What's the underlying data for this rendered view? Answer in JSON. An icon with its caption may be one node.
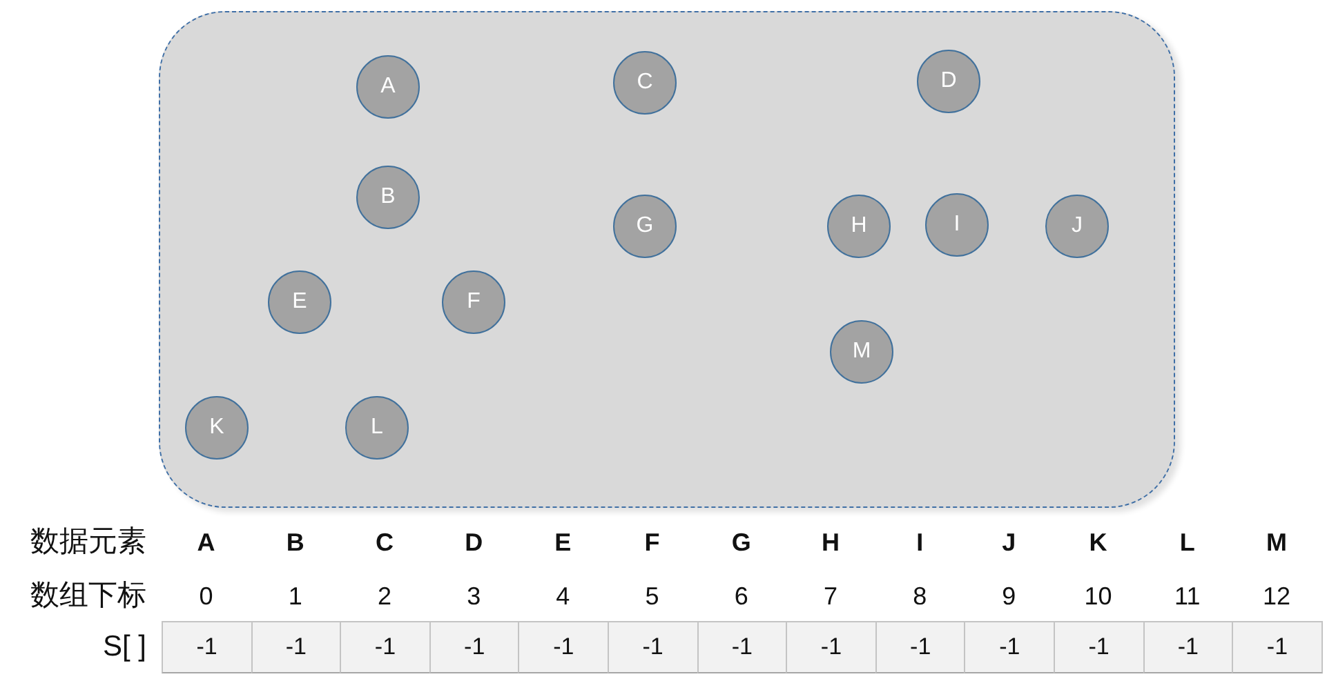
{
  "diagram": {
    "nodes": [
      {
        "text": [],
        "shape": "box"
      },
      {
        "text": [
          "A"
        ],
        "in": 0
      },
      {
        "text": [
          "B"
        ],
        "in": 0
      },
      {
        "text": [
          "C"
        ],
        "in": 0
      },
      {
        "text": [
          "D"
        ],
        "in": 0
      },
      {
        "text": [
          "E"
        ],
        "in": 0
      },
      {
        "text": [
          "F"
        ],
        "in": 0
      },
      {
        "text": [
          "G"
        ],
        "in": 0
      },
      {
        "text": [
          "H"
        ],
        "in": 0
      },
      {
        "text": [
          "I"
        ],
        "in": 0
      },
      {
        "text": [
          "J"
        ],
        "in": 0
      },
      {
        "text": [
          "K"
        ],
        "in": 0
      },
      {
        "text": [
          "L"
        ],
        "in": 0
      },
      {
        "text": [
          "M"
        ],
        "in": 0
      }
    ],
    "labels": [
      "数据元素",
      "A",
      "B",
      "C",
      "D",
      "E",
      "F",
      "G",
      "H",
      "I",
      "J",
      "K",
      "L",
      "M",
      "数组下标",
      "0",
      "1",
      "2",
      "3",
      "4",
      "5",
      "6",
      "7",
      "8",
      "9",
      "10",
      "11",
      "12",
      "S[ ]",
      "-1",
      "-1",
      "-1",
      "-1",
      "-1",
      "-1",
      "-1",
      "-1",
      "-1",
      "-1",
      "-1",
      "-1",
      "-1"
    ]
  }
}
